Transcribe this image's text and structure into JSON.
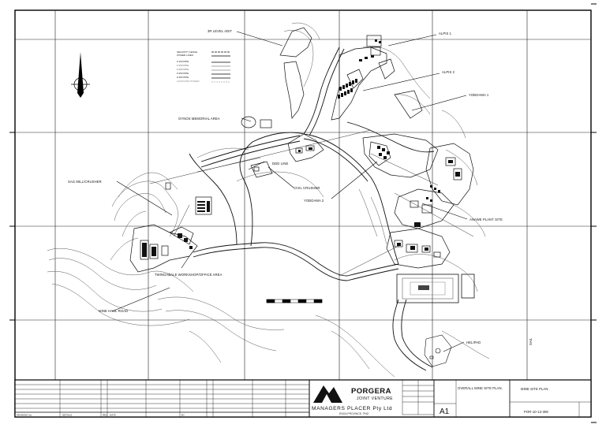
{
  "labels": {
    "sl_adit": "3R LEVEL ADIT",
    "alpis1": "ALPIS 1",
    "alpis2": "ALPIS 2",
    "yoboama1": "YOBOAMA 1",
    "yoboama2": "YOBOAMA 2",
    "oyonos": "OYNOS MEMORIAL AREA",
    "sag_mill": "SAG MILL/CRUSHER",
    "civil_crusher": "CIVIL CRUSHER",
    "ddd_line": "DDD LINE",
    "anawe_plant": "ANAWE PLANT SITE",
    "workshop": "TWINGABALE WORKSHOP/OFFICE AREA",
    "mine_haul": "MINE HAUL ROAD",
    "helipad": "HELIPAD",
    "grid_side": "SAIL"
  },
  "legend": {
    "title1": "SECURITY FENCE",
    "title2": "POWER LINES",
    "items": [
      "# 100 PIPE",
      "# 150 PIPE",
      "# 200 PIPE",
      "# 250 PIPE",
      "# 300 PIPE",
      "U/GROUND POWER"
    ]
  },
  "title_block": {
    "company": "PORGERA",
    "subtitle": "JOINT VENTURE",
    "managers": "MANAGERS PLACER Pty Ltd",
    "province": "ENGA PROVINCE, PNG",
    "drawing_title": "OVERALL MINE SITE PLAN.",
    "plan_title": "MINE SITE PLAN.",
    "sheet": "A1",
    "drawing_no": "POR-10-13-308",
    "drawing_no_label": "DRAWING No.",
    "details": "DETAILS",
    "revision": "REV",
    "date": "DATE",
    "by": "BY"
  }
}
